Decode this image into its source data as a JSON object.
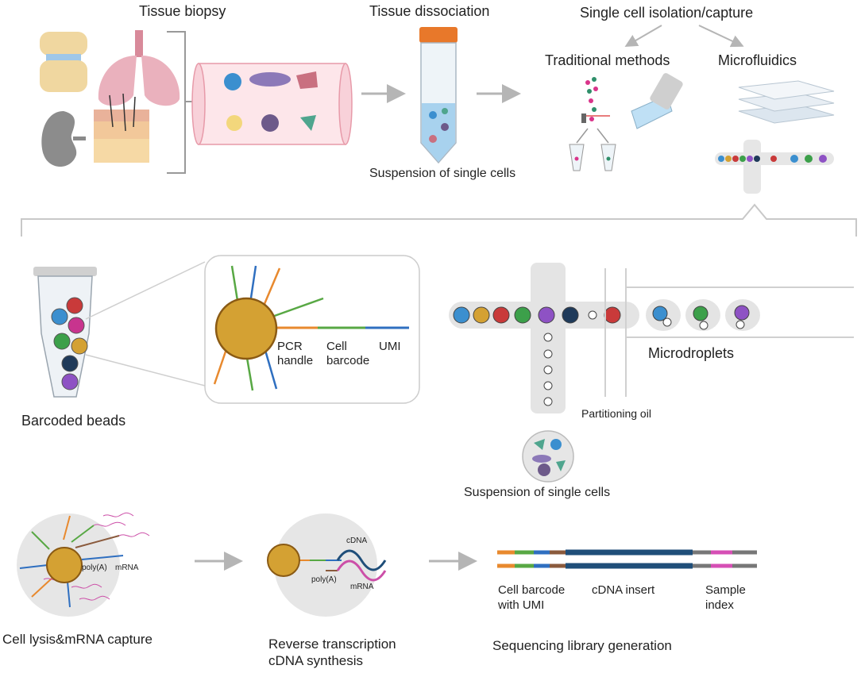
{
  "labels": {
    "tissue_biopsy": "Tissue biopsy",
    "tissue_dissociation": "Tissue dissociation",
    "suspension_top": "Suspension of single cells",
    "single_cell_isolation": "Single cell isolation/capture",
    "traditional_methods": "Traditional methods",
    "microfluidics": "Microfluidics",
    "barcoded_beads": "Barcoded beads",
    "pcr": "PCR",
    "handle": "handle",
    "cell": "Cell",
    "barcode": "barcode",
    "umi": "UMI",
    "microdroplets": "Microdroplets",
    "partitioning_oil": "Partitioning oil",
    "suspension_bottom": "Suspension of single cells",
    "polya_1": "poly(A)",
    "mrna_1": "mRNA",
    "cdna": "cDNA",
    "polya_2": "poly(A)",
    "mrna_2": "mRNA",
    "cell_barcode_with": "Cell barcode",
    "with_umi": "with UMI",
    "cdna_insert": "cDNA insert",
    "sample": "Sample",
    "index": "index",
    "cell_lysis": "Cell lysis&mRNA capture",
    "reverse_transcription": "Reverse transcription",
    "cdna_synthesis": "cDNA synthesis",
    "sequencing_library": "Sequencing library generation"
  },
  "colors": {
    "bead_gold": "#d4a133",
    "bead_outline": "#8a5a14",
    "arrow_gray": "#b5b5b5",
    "cdna_blue": "#1f4e79",
    "mrna_pink": "#cc4fa8",
    "tube_cap": "#e8782a",
    "barcode_orange": "#e8892e",
    "barcode_green": "#58a844",
    "barcode_blue": "#2f6fc0",
    "brown": "#8a5a3c",
    "sample_pink": "#d64fb5",
    "gray_seg": "#777777"
  }
}
